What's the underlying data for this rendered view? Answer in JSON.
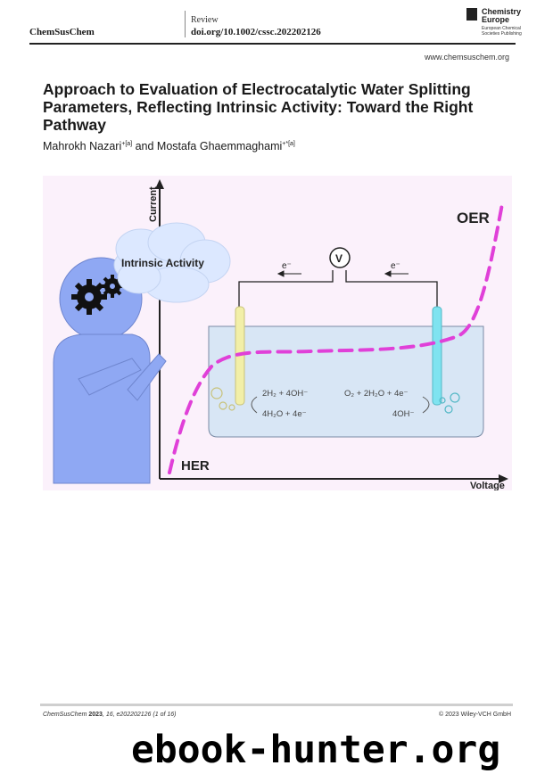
{
  "header": {
    "journal": "ChemSusChem",
    "article_type": "Review",
    "doi": "doi.org/10.1002/cssc.202202126",
    "publisher_name_line1": "Chemistry",
    "publisher_name_line2": "Europe",
    "publisher_sub_line1": "European Chemical",
    "publisher_sub_line2": "Societies Publishing"
  },
  "website": "www.chemsuschem.org",
  "title": "Approach to Evaluation of Electrocatalytic Water Splitting Parameters, Reflecting Intrinsic Activity: Toward the Right Pathway",
  "authors": {
    "author1": "Mahrokh Nazari",
    "author1_marks": "+[a]",
    "conjunction": " and ",
    "author2": "Mostafa Ghaemmaghami",
    "author2_marks": "+*[a]"
  },
  "figure": {
    "y_axis_label": "Current",
    "x_axis_label": "Voltage",
    "oer_label": "OER",
    "her_label": "HER",
    "thought_text": "Intrinsic Activity",
    "voltmeter": "V",
    "electron_left": "e⁻",
    "electron_right": "e⁻",
    "eq_cathode_top": "2H₂ + 4OH⁻",
    "eq_cathode_bottom": "4H₂O + 4e⁻",
    "eq_anode_top": "O₂ + 2H₂O + 4e⁻",
    "eq_anode_bottom": "4OH⁻",
    "colors": {
      "curve": "#e040d8",
      "person": "#8fa8f3",
      "cloud": "#dce8ff",
      "beaker": "#d8e6f5",
      "cathode": "#f2efa8",
      "anode": "#7fe3f0"
    }
  },
  "footer": {
    "citation_journal": "ChemSusChem",
    "citation_year": "2023",
    "citation_rest": ", 16, e202202126 (1 of 16)",
    "copyright": "© 2023 Wiley-VCH GmbH"
  },
  "watermark": "ebook-hunter.org"
}
